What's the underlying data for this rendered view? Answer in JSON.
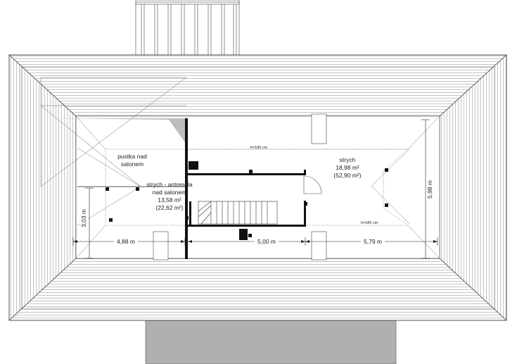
{
  "rooms": {
    "void": {
      "line1": "pustka nad",
      "line2": "salonem"
    },
    "mezzanine": {
      "line1": "strych - antresola",
      "line2": "nad salonem",
      "area": "13,58 m²",
      "area_total": "(22,62 m²)"
    },
    "attic": {
      "name": "strych",
      "area": "18,98 m²",
      "area_total": "(52,90 m²)"
    }
  },
  "height_marks": {
    "top": "h=180 cm",
    "bottom": "h=180 cm"
  },
  "dimensions": {
    "left_width": "4,88 m",
    "middle_width": "5,00 m",
    "right_width": "5,79 m",
    "left_height": "3,03 m",
    "right_height": "5,98 m"
  },
  "colors": {
    "line": "#3a3a3a",
    "wall": "#111111",
    "shadow": "#bdbdbd",
    "terrace": "#b0b0b0"
  }
}
